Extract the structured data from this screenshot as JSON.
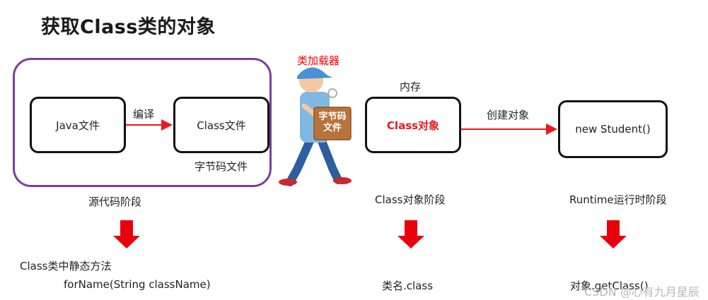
{
  "title": "获取Class类的对象",
  "source_stage": {
    "java_file": "Java文件",
    "compile": "编译",
    "class_file": "Class文件",
    "bytecode_file": "字节码文件",
    "stage_label": "源代码阶段",
    "method_heading": "Class类中静态方法",
    "method": "forName(String className)"
  },
  "loader": {
    "label": "类加载器",
    "box_line1": "字节码",
    "box_line2": "文件"
  },
  "class_stage": {
    "memory": "内存",
    "class_object": "Class对象",
    "stage_label": "Class对象阶段",
    "method": "类名.class"
  },
  "runtime_stage": {
    "create_object": "创建对象",
    "new_student": "new Student()",
    "stage_label": "Runtime运行时阶段",
    "method": "对象.getClass()"
  },
  "watermark": "CSDN @心有九月星辰",
  "colors": {
    "group_border": "#7a3fa0",
    "arrow": "#e8191e",
    "highlight_text": "#e8191e"
  }
}
